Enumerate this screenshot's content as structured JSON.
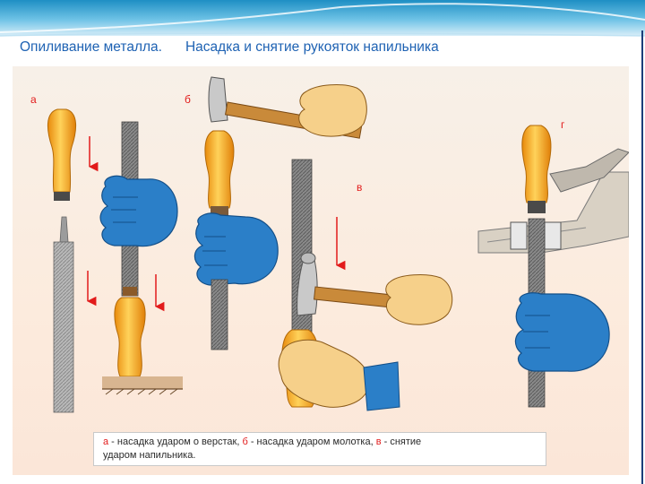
{
  "slide": {
    "title_part1": "Опиливание металла.",
    "title_part2": "Насадка и снятие рукояток напильника"
  },
  "panels": {
    "a": "а",
    "b": "б",
    "v": "в",
    "g": "г"
  },
  "caption": {
    "a_letter": "а",
    "a_text": " - насадка ударом о верстак, ",
    "b_letter": "б",
    "b_text": " - насадка ударом молотка, ",
    "v_letter": "в",
    "v_text": " - снятие",
    "line2": "ударом напильника."
  },
  "colors": {
    "handle": "#f2a11a",
    "glove": "#2b7fc8",
    "skin": "#f6d08a",
    "arrow": "#e21b1b",
    "title": "#1e62b3"
  }
}
